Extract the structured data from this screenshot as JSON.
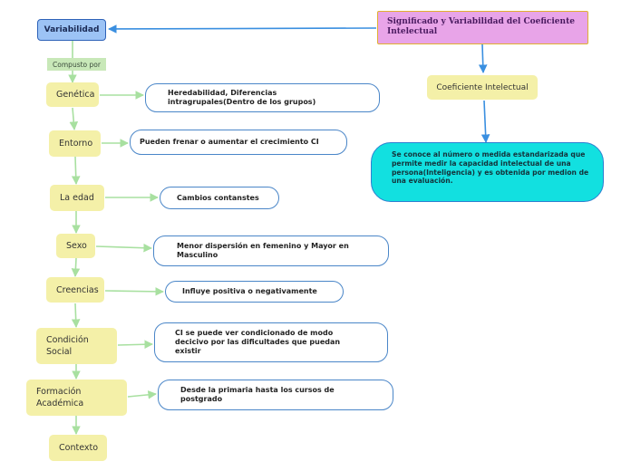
{
  "root": {
    "label": "Variabilidad"
  },
  "main_title": "Significado y Variabilidad del Coeficiente Intelectual",
  "connector_label": "Compusto por",
  "ci_node": "Coeficiente Intelectual",
  "ci_definition": "Se conoce al número o medida estandarizada que permite medir la capacidad  intelectual de una persona(Inteligencia) y es obtenida por medion de una evaluación.",
  "factors": [
    {
      "label": "Genética",
      "detail": "Heredabilidad, Diferencias intragrupales(Dentro de los grupos)"
    },
    {
      "label": "Entorno",
      "detail": "Pueden frenar o aumentar el crecimiento CI"
    },
    {
      "label": "La edad",
      "detail": "Cambios contanstes"
    },
    {
      "label": "Sexo",
      "detail": "Menor dispersión en femenino y Mayor en Masculino"
    },
    {
      "label": "Creencias",
      "detail": "Influye positiva o negativamente"
    },
    {
      "label": "Condición Social",
      "detail": "CI se puede ver condicionado de modo decicivo por las dificultades que puedan existir"
    },
    {
      "label": "Formación Académica",
      "detail": "Desde la primaria hasta los cursos de postgrado"
    },
    {
      "label": "Contexto"
    }
  ],
  "colors": {
    "root_fill": "#9cc3f5",
    "root_border": "#2e62b8",
    "title_fill": "#e8a4e8",
    "definition_fill": "#12e0e0",
    "factor_fill": "#f4f0a8",
    "leaf_border": "#4a86c8",
    "green_connector": "#a8e0a0",
    "blue_connector": "#3a8fe0"
  }
}
